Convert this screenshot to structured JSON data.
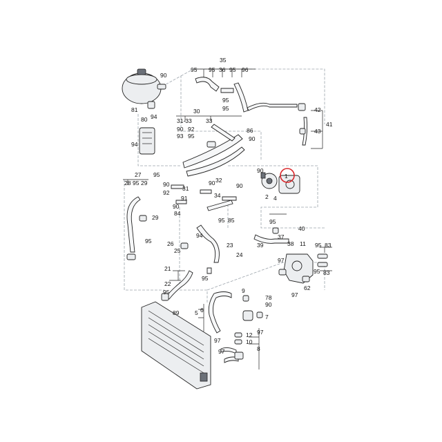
{
  "diagram": {
    "highlight_label": "1",
    "labels": {
      "l81": "81",
      "l90a": "90",
      "l94a": "94",
      "l35": "35",
      "l95a": "95",
      "l36": "36",
      "l95b": "95",
      "l96": "96",
      "l95c": "95",
      "l95d": "95",
      "l95e": "95",
      "l42": "42",
      "l43": "43",
      "l41": "41",
      "l30": "30",
      "l3133": "31-33",
      "l33": "33",
      "l90b": "90",
      "l92a": "92",
      "l93": "93",
      "l95f": "95",
      "l80": "80",
      "l94b": "94",
      "l86": "86",
      "l90c": "90",
      "l27": "27",
      "l28": "28",
      "l95g": "95",
      "l29a": "29",
      "l95h": "95",
      "l90d": "90",
      "l92b": "92",
      "l31": "31",
      "l32": "32",
      "l90e": "90",
      "l91": "91",
      "l90f": "90",
      "l90g": "90",
      "l1": "1",
      "l2": "2",
      "l4": "4",
      "l34": "34",
      "l85": "85",
      "l90h": "90",
      "l29b": "29",
      "l84": "84",
      "l95i": "95",
      "l94c": "94",
      "l95j": "95",
      "l23": "23",
      "l24": "24",
      "l26": "26",
      "l25": "25",
      "l95k": "95",
      "l95l": "95",
      "l37": "37",
      "l39": "39",
      "l40": "40",
      "l38": "38",
      "l11": "11",
      "l97a": "97",
      "l62": "62",
      "l95m": "95",
      "l83a": "83",
      "l95n": "95",
      "l83b": "83",
      "l97b": "97",
      "l21": "21",
      "l22": "22",
      "l95o": "95",
      "l78": "78",
      "l9": "9",
      "l90i": "90",
      "l7": "7",
      "l97c": "97",
      "l89": "89",
      "l6": "6",
      "l5": "5",
      "l97d": "97",
      "l12": "12",
      "l10": "10",
      "l8": "8",
      "l97e": "97"
    }
  }
}
